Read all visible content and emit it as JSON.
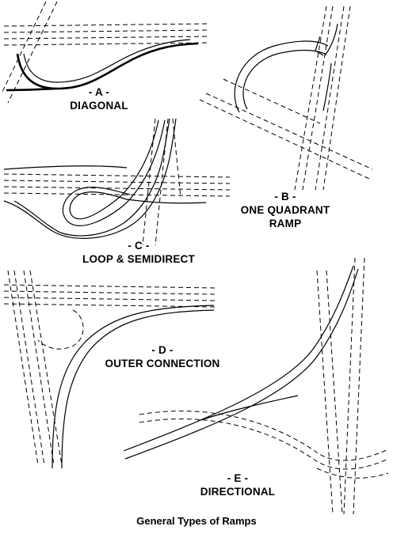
{
  "diagrams": [
    {
      "id": "a",
      "letter": "- A -",
      "name": "DIAGONAL"
    },
    {
      "id": "b",
      "letter": "- B -",
      "name": "ONE QUADRANT",
      "name2": "RAMP"
    },
    {
      "id": "c",
      "letter": "- C -",
      "name": "LOOP & SEMIDIRECT"
    },
    {
      "id": "d",
      "letter": "- D -",
      "name": "OUTER CONNECTION"
    },
    {
      "id": "e",
      "letter": "- E -",
      "name": "DIRECTIONAL"
    }
  ],
  "caption": "General Types of Ramps"
}
